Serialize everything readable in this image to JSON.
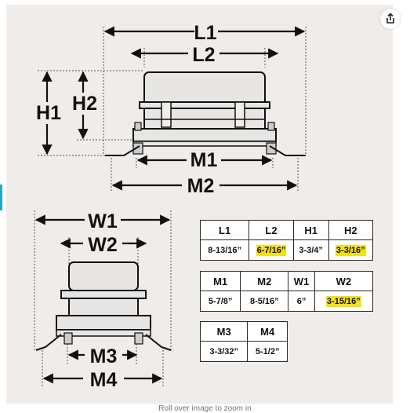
{
  "diagram": {
    "top_view_labels": {
      "l1": "L1",
      "l2": "L2",
      "h1": "H1",
      "h2": "H2",
      "m1": "M1",
      "m2": "M2"
    },
    "side_view_labels": {
      "w1": "W1",
      "w2": "W2",
      "m3": "M3",
      "m4": "M4"
    }
  },
  "tables": [
    {
      "headers": [
        "L1",
        "L2",
        "H1",
        "H2"
      ],
      "values": [
        "8-13/16”",
        "6-7/16”",
        "3-3/4”",
        "3-3/16”"
      ]
    },
    {
      "headers": [
        "M1",
        "M2",
        "W1",
        "W2"
      ],
      "values": [
        "5-7/8”",
        "8-5/16”",
        "6”",
        "3-15/16”"
      ]
    },
    {
      "headers": [
        "M3",
        "M4"
      ],
      "values": [
        "3-3/32”",
        "5-1/2”"
      ]
    }
  ],
  "colors": {
    "highlight": "#f3e01b",
    "background": "#efecea",
    "ink": "#111111"
  },
  "icons": {
    "share": "share-icon"
  },
  "hint": "Roll over image to zoom in"
}
